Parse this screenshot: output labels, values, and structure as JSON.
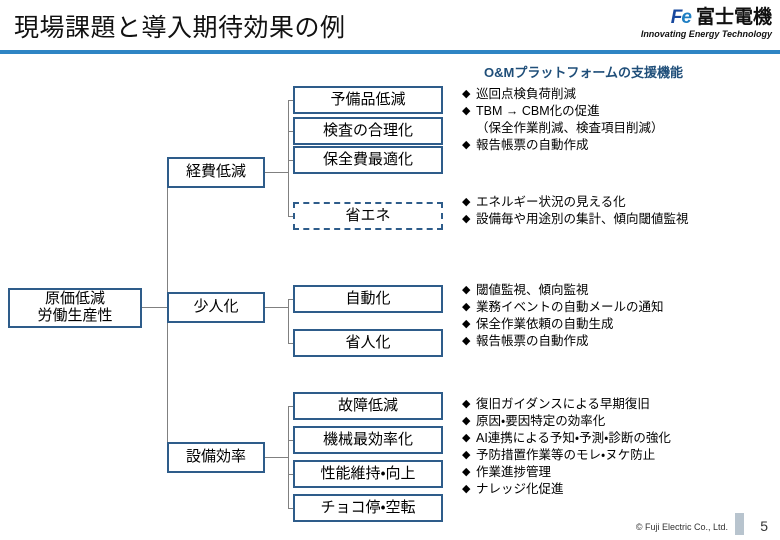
{
  "slide": {
    "title": "現場課題と導入期待効果の例",
    "page_number": "5",
    "accent_bar_color": "#2E85C4",
    "box_border_color": "#2E5C8A",
    "heading_color": "#1F4E79"
  },
  "logo": {
    "mark_f": "F",
    "mark_e": "e",
    "company_jp": "富士電機",
    "tagline": "Innovating Energy Technology"
  },
  "right_panel": {
    "heading": "O&Mプラットフォームの支援機能",
    "groups": [
      {
        "name": "keihi-teigen-functions",
        "items": [
          {
            "text": "巡回点検負荷削減",
            "continuation": false
          },
          {
            "text": "TBM → CBM化の促進",
            "continuation": false
          },
          {
            "text": "（保全作業削減、検査項目削減）",
            "continuation": true
          },
          {
            "text": "報告帳票の自動作成",
            "continuation": false
          }
        ]
      },
      {
        "name": "shoene-functions",
        "items": [
          {
            "text": "エネルギー状況の見える化",
            "continuation": false
          },
          {
            "text": "設備毎や用途別の集計、傾向閾値監視",
            "continuation": false
          }
        ]
      },
      {
        "name": "shoninka-functions",
        "items": [
          {
            "text": "閾値監視、傾向監視",
            "continuation": false
          },
          {
            "text": "業務イベントの自動メールの通知",
            "continuation": false
          },
          {
            "text": "保全作業依頼の自動生成",
            "continuation": false
          },
          {
            "text": "報告帳票の自動作成",
            "continuation": false
          }
        ]
      },
      {
        "name": "setsubi-kouritsu-functions",
        "items": [
          {
            "text": "復旧ガイダンスによる早期復旧",
            "continuation": false
          },
          {
            "text": "原因・要因特定の効率化",
            "continuation": false
          },
          {
            "text": "AI連携による予知・予測・診断の強化",
            "continuation": false
          },
          {
            "text": "予防措置作業等のモレ・ヌケ防止",
            "continuation": false
          },
          {
            "text": "作業進捗管理",
            "continuation": false
          },
          {
            "text": "ナレッジ化促進",
            "continuation": false
          }
        ]
      }
    ]
  },
  "tree": {
    "root": {
      "line1": "原価低減",
      "line2": "労働生産性"
    },
    "branches": [
      {
        "label": "経費低減",
        "leaves": [
          {
            "label": "予備品低減",
            "style": "solid"
          },
          {
            "label": "検査の合理化",
            "style": "solid"
          },
          {
            "label": "保全費最適化",
            "style": "solid"
          },
          {
            "label": "省エネ",
            "style": "dashed"
          }
        ]
      },
      {
        "label": "少人化",
        "leaves": [
          {
            "label": "自動化",
            "style": "solid"
          },
          {
            "label": "省人化",
            "style": "solid"
          }
        ]
      },
      {
        "label": "設備効率",
        "leaves": [
          {
            "label": "故障低減",
            "style": "solid"
          },
          {
            "label": "機械最効率化",
            "style": "solid"
          },
          {
            "label": "性能維持・向上",
            "style": "solid"
          },
          {
            "label": "チョコ停・空転",
            "style": "solid"
          }
        ]
      }
    ]
  },
  "footer": {
    "copyright": "© Fuji Electric Co., Ltd."
  },
  "icons": {
    "bullet": "◆"
  }
}
